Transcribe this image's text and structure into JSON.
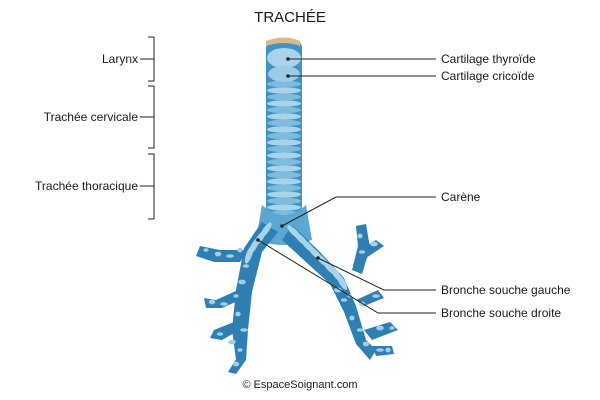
{
  "title": "TRACHÉE",
  "left_labels": {
    "larynx": "Larynx",
    "trachee_cervicale": "Trachée cervicale",
    "trachee_thoracique": "Trachée thoracique"
  },
  "right_labels": {
    "cartilage_thyroide": "Cartilage thyroïde",
    "cartilage_cricoide": "Cartilage cricoïde",
    "carene": "Carène",
    "bronche_gauche": "Bronche souche gauche",
    "bronche_droite": "Bronche souche droite"
  },
  "copyright": "© EspaceSoignant.com",
  "colors": {
    "ring_light": "#a9d3ea",
    "ring_mid": "#7dbcdd",
    "ring_dark": "#3f93c2",
    "bronchus_dark": "#2f7fb2",
    "spots": "#9fd0ea",
    "top_cap": "#d8b98a"
  }
}
